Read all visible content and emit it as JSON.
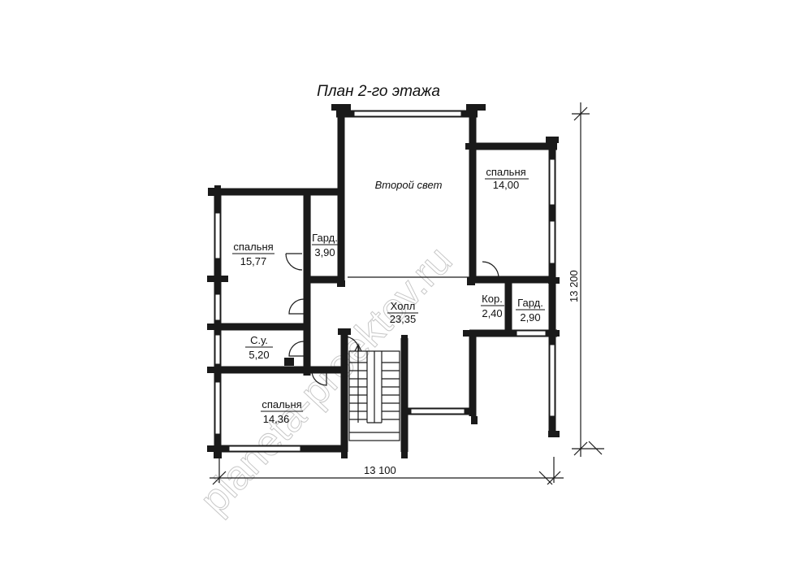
{
  "title": "План 2-го этажа",
  "rooms": {
    "second_light": {
      "name": "Второй свет"
    },
    "bedroom_ne": {
      "name": "спальня",
      "area": "14,00"
    },
    "bedroom_w": {
      "name": "спальня",
      "area": "15,77"
    },
    "wardrobe_w": {
      "name": "Гард.",
      "area": "3,90"
    },
    "hall": {
      "name": "Холл",
      "area": "23,35"
    },
    "corridor": {
      "name": "Кор.",
      "area": "2,40"
    },
    "wardrobe_e": {
      "name": "Гард.",
      "area": "2,90"
    },
    "bathroom": {
      "name": "С.у.",
      "area": "5,20"
    },
    "bedroom_sw": {
      "name": "спальня",
      "area": "14,36"
    }
  },
  "dimensions": {
    "width": "13 100",
    "height": "13 200"
  },
  "watermark": "planeta-proektov.ru"
}
